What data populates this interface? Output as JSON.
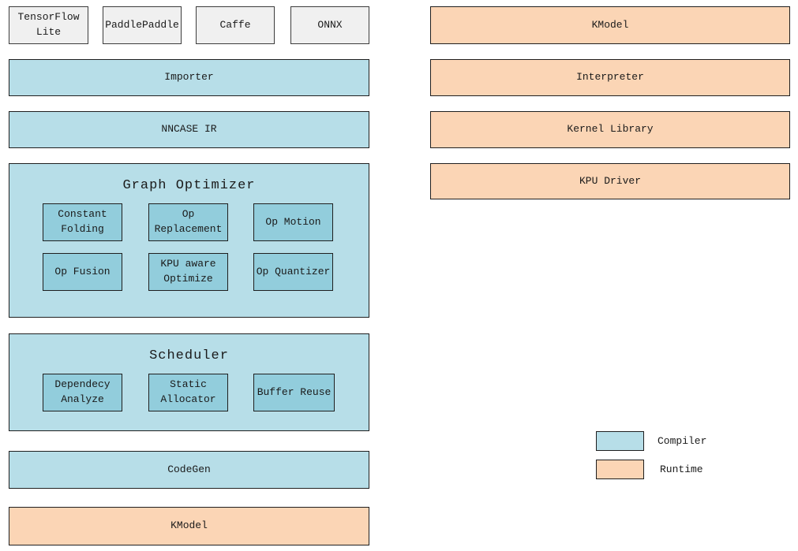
{
  "palette": {
    "compiler_fill": "#b7dee8",
    "compiler_inner_fill": "#92cddc",
    "runtime_fill": "#fbd5b5",
    "framework_fill": "#f0f0f0",
    "border": "#1f1f1f"
  },
  "frameworks": [
    "TensorFlow Lite",
    "PaddlePaddle",
    "Caffe",
    "ONNX"
  ],
  "compiler": {
    "importer": "Importer",
    "nncase_ir": "NNCASE IR",
    "graph_optimizer": {
      "title": "Graph Optimizer",
      "passes": [
        "Constant Folding",
        "Op Replacement",
        "Op Motion",
        "Op Fusion",
        "KPU aware Optimize",
        "Op Quantizer"
      ]
    },
    "scheduler": {
      "title": "Scheduler",
      "passes": [
        "Dependecy Analyze",
        "Static Allocator",
        "Buffer Reuse"
      ]
    },
    "codegen": "CodeGen",
    "kmodel": "KModel"
  },
  "runtime": {
    "kmodel": "KModel",
    "interpreter": "Interpreter",
    "kernel_library": "Kernel Library",
    "kpu_driver": "KPU Driver"
  },
  "legend": {
    "compiler": {
      "label": "Compiler",
      "color": "#b7dee8"
    },
    "runtime": {
      "label": "Runtime",
      "color": "#fbd5b5"
    }
  }
}
